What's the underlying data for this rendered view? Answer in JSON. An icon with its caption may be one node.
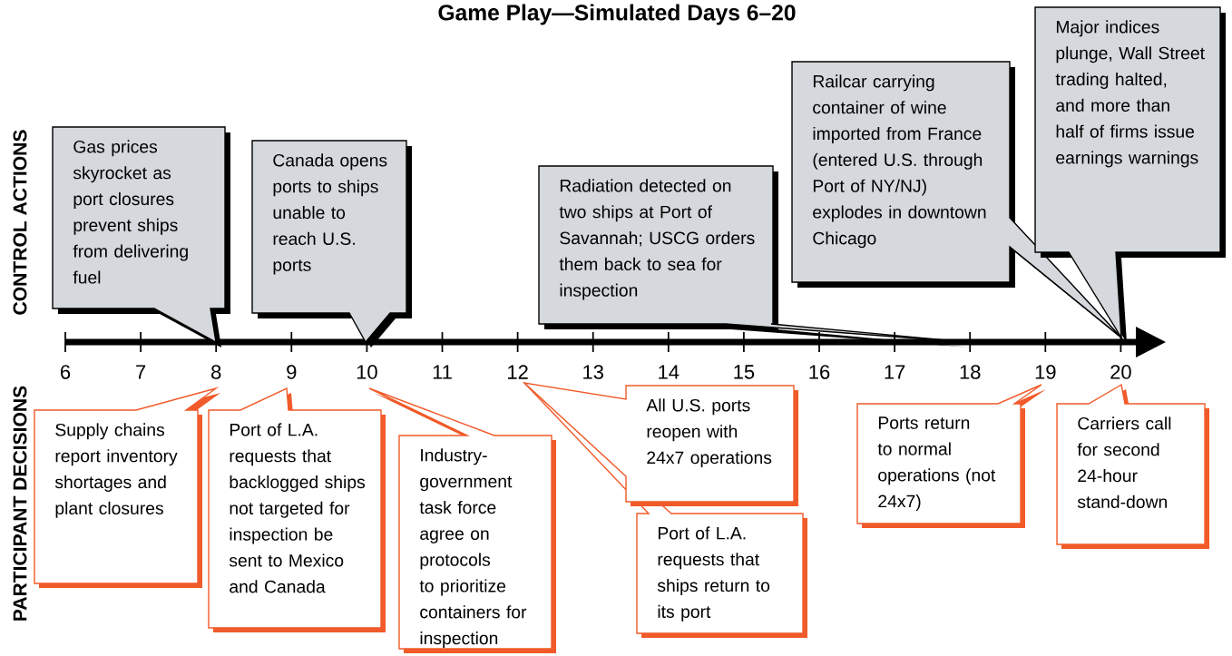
{
  "diagram": {
    "title": "Game Play—Simulated Days 6–20",
    "nodes": [
      {
        "text": [
          "Gas prices skyrocket as port closures prevent ships from delivering fuel"
        ]
      },
      {
        "text": [
          "Canada opens ports to ships unable to reach U.S. ports"
        ]
      },
      {
        "text": [
          "Radiation detected on two ships at Port of Savannah; USCG orders them back to sea for inspection"
        ]
      },
      {
        "text": [
          "Railcar carrying container of wine imported from France (entered U.S. through Port of NY/NJ) explodes in downtown Chicago"
        ]
      },
      {
        "text": [
          "Major indices plunge, Wall Street trading halted, and more than half of firms issue earnings warnings"
        ]
      },
      {
        "text": [
          "Supply chains report inventory shortages and plant closures"
        ]
      },
      {
        "text": [
          "Port of L.A. requests that backlogged ships not targeted for inspection be sent to Mexico and Canada"
        ]
      },
      {
        "text": [
          "Industry-government task force agree on protocols to prioritize containers for inspection"
        ]
      },
      {
        "text": [
          "All U.S. ports reopen with 24x7 operations"
        ]
      },
      {
        "text": [
          "Port of L.A. requests that ships return to its port"
        ]
      },
      {
        "text": [
          "Ports return to normal operations (not 24x7)"
        ]
      },
      {
        "text": [
          "Carriers call for second 24-hour stand-down"
        ]
      }
    ],
    "labels": [
      "CONTROL ACTIONS",
      "PARTICIPANT DECISIONS",
      "6",
      "7",
      "8",
      "9",
      "10",
      "11",
      "12",
      "13",
      "14",
      "15",
      "16",
      "17",
      "18",
      "19",
      "20"
    ]
  }
}
